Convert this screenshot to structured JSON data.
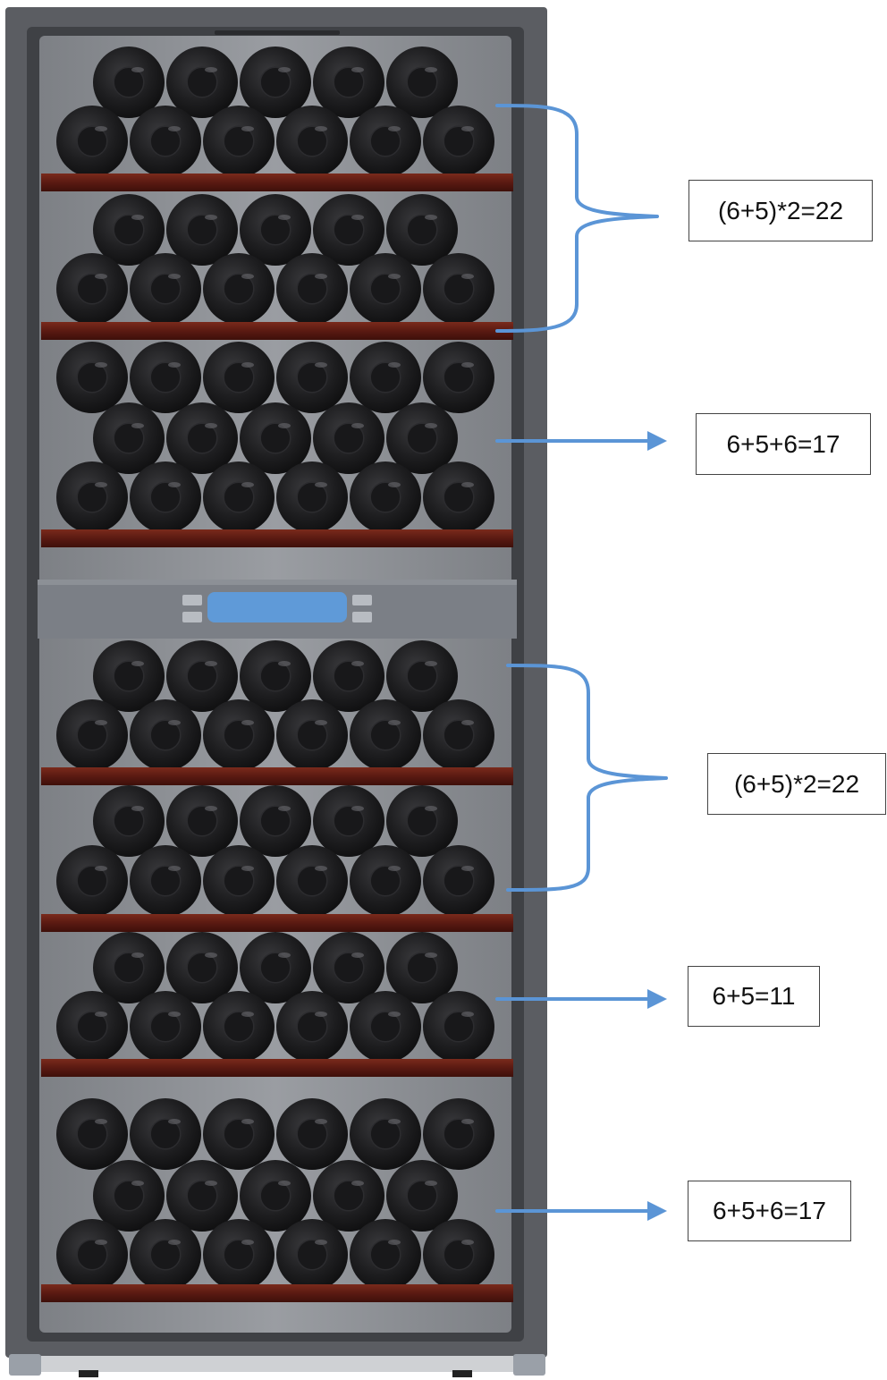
{
  "labels": {
    "zone_1": "(6+5)*2=22",
    "zone_2": "6+5+6=17",
    "zone_3": "(6+5)*2=22",
    "zone_4": "6+5=11",
    "zone_5": "6+5+6=17"
  },
  "colors": {
    "cabinet_frame": "#5b5d62",
    "interior": "#8e9196",
    "bottle": "#1f1f21",
    "shelf_wood": "#5a1a12",
    "display_panel": "#5f9ad8",
    "annotation_line": "#5b95d6"
  },
  "rack_rows": [
    {
      "count": 5
    },
    {
      "count": 6
    },
    {
      "count": 5
    },
    {
      "count": 6
    },
    {
      "count": 6
    },
    {
      "count": 5
    },
    {
      "count": 6
    },
    {
      "count": 5
    },
    {
      "count": 6
    },
    {
      "count": 5
    },
    {
      "count": 6
    },
    {
      "count": 5
    },
    {
      "count": 6
    },
    {
      "count": 6
    },
    {
      "count": 5
    },
    {
      "count": 6
    }
  ]
}
